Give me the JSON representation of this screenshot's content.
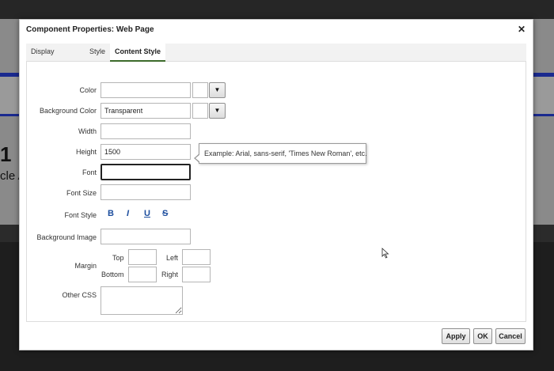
{
  "dialog": {
    "title": "Component Properties: Web Page",
    "close_glyph": "✕"
  },
  "background": {
    "glyph_number": "1",
    "glyph_text": "cle A"
  },
  "tabs": [
    {
      "label": "Display Options",
      "active": false
    },
    {
      "label": "Style",
      "active": false
    },
    {
      "label": "Content Style",
      "active": true
    }
  ],
  "form": {
    "color": {
      "label": "Color",
      "value": ""
    },
    "background_color": {
      "label": "Background Color",
      "value": "Transparent"
    },
    "width": {
      "label": "Width",
      "value": ""
    },
    "height": {
      "label": "Height",
      "value": "1500"
    },
    "font": {
      "label": "Font",
      "value": ""
    },
    "font_size": {
      "label": "Font Size",
      "value": ""
    },
    "font_style": {
      "label": "Font Style",
      "bold": "B",
      "italic": "I",
      "underline": "U",
      "strike": "S"
    },
    "background_image": {
      "label": "Background Image",
      "value": ""
    },
    "margin": {
      "label": "Margin",
      "top_label": "Top",
      "left_label": "Left",
      "bottom_label": "Bottom",
      "right_label": "Right",
      "top": "",
      "left": "",
      "bottom": "",
      "right": ""
    },
    "other_css": {
      "label": "Other CSS",
      "value": ""
    },
    "dropdown_glyph": "▼"
  },
  "tooltip": {
    "text": "Example: Arial, sans-serif, 'Times New Roman', etc."
  },
  "buttons": {
    "apply": "Apply",
    "ok": "OK",
    "cancel": "Cancel"
  }
}
